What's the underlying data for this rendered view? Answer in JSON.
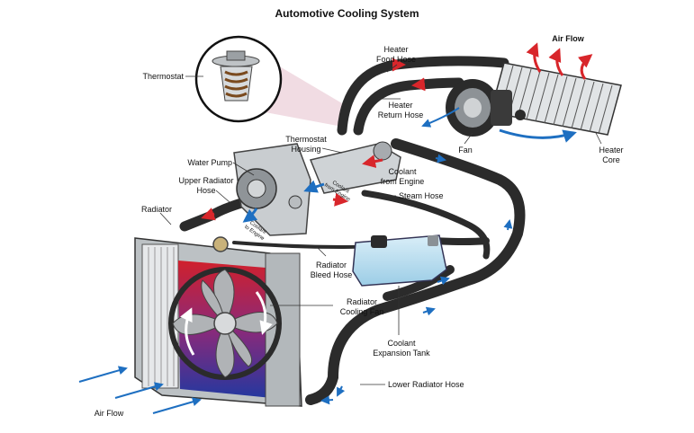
{
  "title": "Automotive Cooling System",
  "labels": {
    "thermostat": "Thermostat",
    "heater_food_hose": "Heater\nFood Hose",
    "heater_air_flow": "Air Flow",
    "heater_return_hose": "Heater\nReturn Hose",
    "thermostat_housing": "Thermostat\nHousing",
    "water_pump": "Water Pump",
    "coolant_from_engine": "Coolant\nfrom Engine",
    "coolant_from_engine_small": "Coolant\nfrom Engine",
    "fan": "Fan",
    "heater_core": "Heater\nCore",
    "upper_radiator_hose": "Upper Radiator\nHose",
    "steam_hose": "Steam Hose",
    "radiator": "Radiator",
    "coolant_to_engine": "Coolant\nto Engine",
    "radiator_bleed_hose": "Radiator\nBleed Hose",
    "radiator_cooling_fan": "Radiator\nCooling Fan",
    "coolant_expansion_tank": "Coolant\nExpansion Tank",
    "lower_radiator_hose": "Lower Radiator Hose",
    "radiator_air_flow": "Air Flow"
  },
  "colors": {
    "hose": "#2b2b2b",
    "flow_arrow": "#1e6fc1",
    "hot_arrow": "#d8262b",
    "heater_airflow": "#d8262b",
    "tank": "#bfe1f2",
    "radiator_core_hot": "#c8202a",
    "radiator_core_cold": "#2a3f9a",
    "metal": "#cfd3d6",
    "callout_fill": "#f1dce3"
  }
}
